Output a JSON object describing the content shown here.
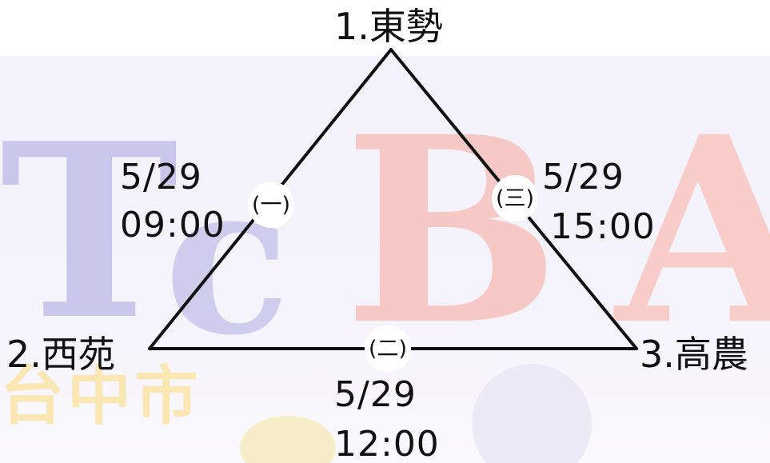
{
  "watermark": {
    "letters": [
      "T",
      "c",
      "B",
      "A"
    ],
    "chinese": "台中市"
  },
  "nodes": {
    "top": "1.東勢",
    "left": "2.西苑",
    "right": "3.高農"
  },
  "games": [
    {
      "marker": "(一)",
      "date": "5/29",
      "time": "09:00"
    },
    {
      "marker": "(二)",
      "date": "5/29",
      "time": "12:00"
    },
    {
      "marker": "(三)",
      "date": "5/29",
      "time": "15:00"
    }
  ],
  "colors": {
    "line": "#111111",
    "watermark_blue": "#c9c6ec",
    "watermark_red": "#f7c9c6",
    "watermark_yellow": "#fae7b4"
  }
}
